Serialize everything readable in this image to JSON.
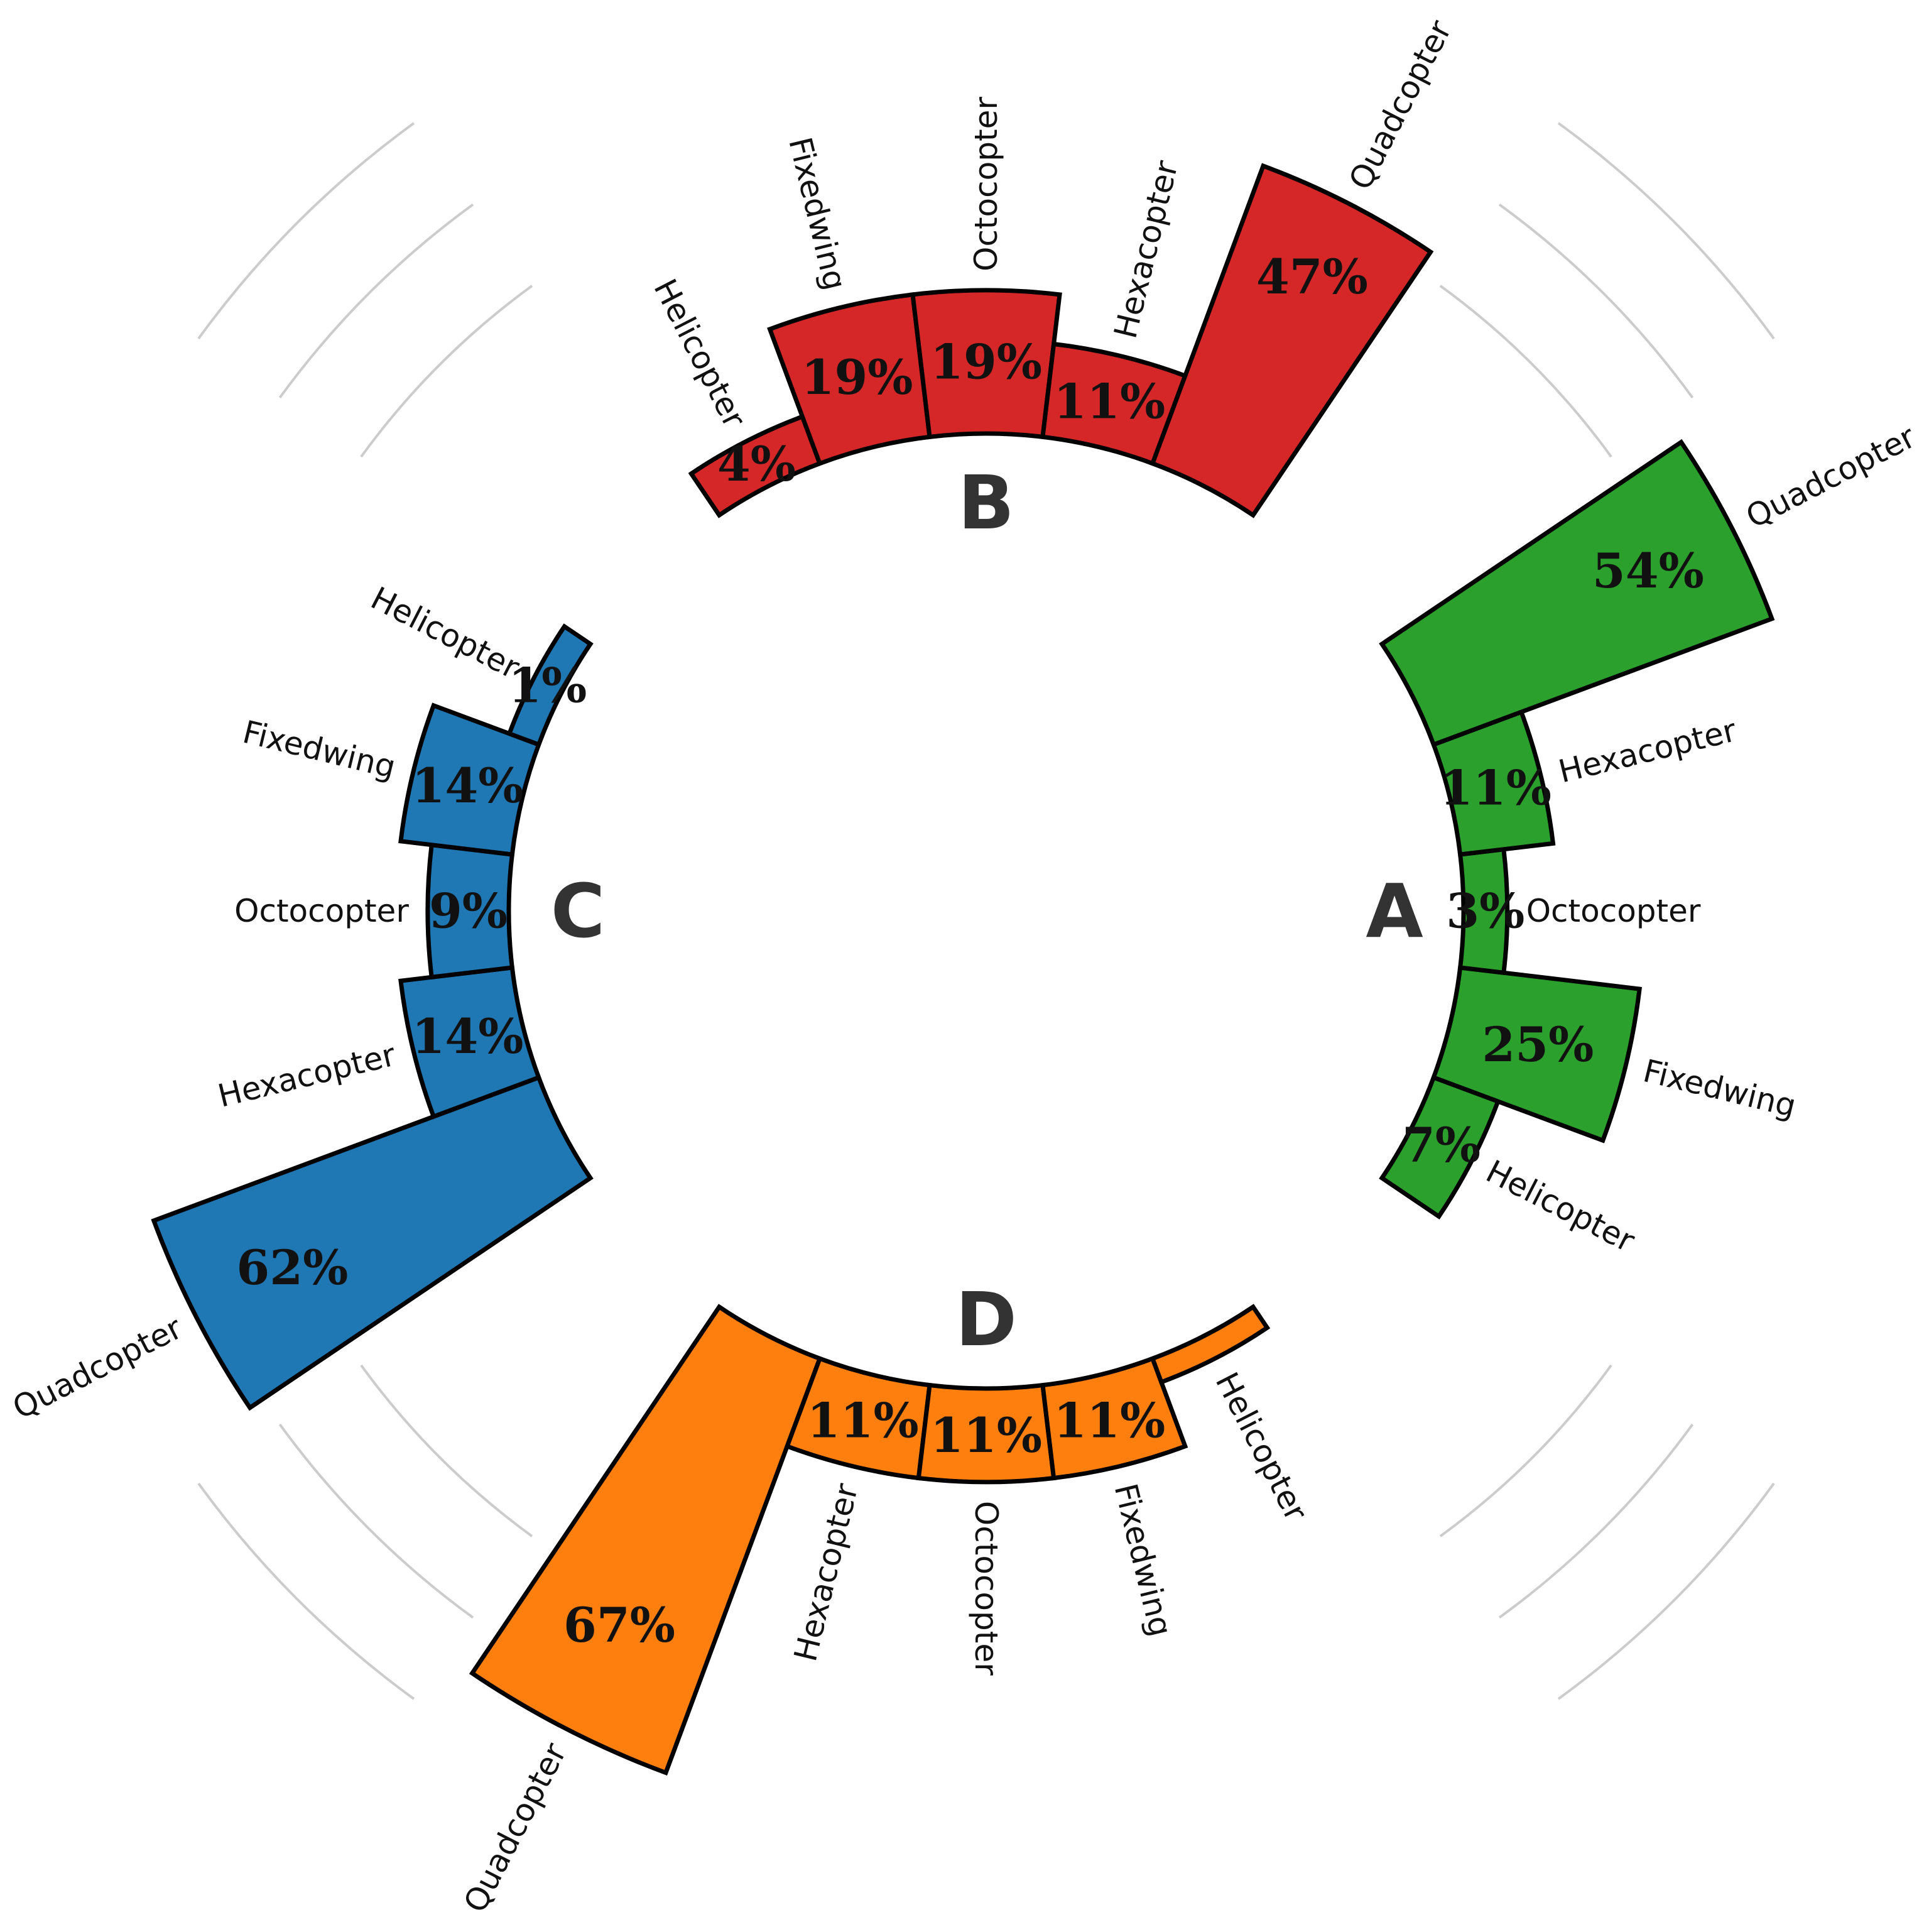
{
  "chart_data": {
    "type": "bar",
    "subtype": "grouped circular bar chart",
    "value_unit": "%",
    "grid": true,
    "groups": [
      {
        "name": "A",
        "color": "#2ca02c",
        "categories": [
          "Helicopter",
          "Fixedwing",
          "Octocopter",
          "Hexacopter",
          "Quadcopter"
        ],
        "values": [
          7,
          25,
          3,
          11,
          54
        ],
        "labels": [
          "7%",
          "25%",
          "3%",
          "11%",
          "54%"
        ]
      },
      {
        "name": "B",
        "color": "#d62728",
        "categories": [
          "Helicopter",
          "Fixedwing",
          "Octocopter",
          "Hexacopter",
          "Quadcopter"
        ],
        "values": [
          4,
          19,
          19,
          11,
          47
        ],
        "labels": [
          "4%",
          "19%",
          "19%",
          "11%",
          "47%"
        ]
      },
      {
        "name": "C",
        "color": "#1f77b4",
        "categories": [
          "Quadcopter",
          "Hexacopter",
          "Octocopter",
          "Fixedwing",
          "Helicopter"
        ],
        "values": [
          62,
          14,
          9,
          14,
          1
        ],
        "labels": [
          "62%",
          "14%",
          "9%",
          "14%",
          "1%"
        ]
      },
      {
        "name": "D",
        "color": "#ff7f0e",
        "categories": [
          "Quadcopter",
          "Hexacopter",
          "Octocopter",
          "Fixedwing",
          "Helicopter"
        ],
        "values": [
          67,
          11,
          11,
          11,
          0
        ],
        "labels": [
          "67%",
          "11%",
          "11%",
          "11%",
          ""
        ]
      }
    ]
  }
}
